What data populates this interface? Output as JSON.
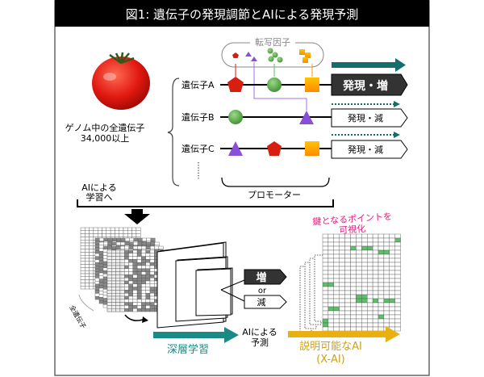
{
  "title": "図1: 遺伝子の発現調節とAIによる発現予測",
  "genome": {
    "line1": "ゲノム中の全遺伝子",
    "line2": "34,000以上"
  },
  "transcription_factors_label": "転写因子",
  "genes": [
    {
      "label": "遺伝子A",
      "expression": "発現・増"
    },
    {
      "label": "遺伝子B",
      "expression": "発現・減"
    },
    {
      "label": "遺伝子C",
      "expression": "発現・減"
    }
  ],
  "promoter_label": "プロモーター",
  "to_ai": {
    "line1": "AIによる",
    "line2": "学習へ"
  },
  "all_genes_label": "全遺伝子",
  "prediction": {
    "up": "増",
    "or": "or",
    "down": "減"
  },
  "deep_learning_label": "深層学習",
  "ai_prediction": {
    "line1": "AIによる",
    "line2": "予測"
  },
  "xai": {
    "line1": "説明可能なAI",
    "line2": "(X-AI)"
  },
  "key_points": {
    "line1": "鍵となるポイントを",
    "line2": "可視化"
  },
  "colors": {
    "teal": "#146e6b",
    "yellow": "#e8b010",
    "pink": "#e6197a",
    "green": "#5cbf6a",
    "red": "#d81e10",
    "purple": "#8a4fd8",
    "orange": "#ff9a00"
  }
}
